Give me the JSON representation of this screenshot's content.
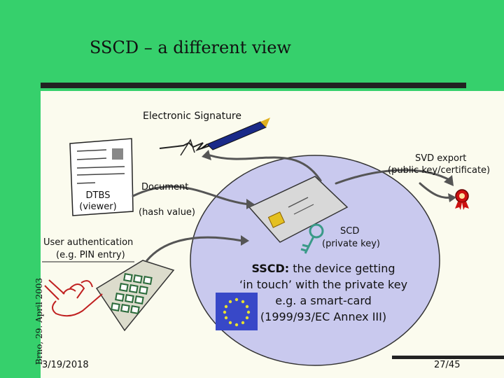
{
  "slide": {
    "title": "SSCD – a different view",
    "side_label": "Brno, 29. April 2003",
    "date": "3/19/2018",
    "page": "27/45"
  },
  "diagram": {
    "electronic_signature": "Electronic Signature",
    "svd_export": "SVD export",
    "svd_export_sub": "(public key/certificate)",
    "dtbs": "DTBS",
    "dtbs_sub": "(viewer)",
    "document": "Document",
    "document_sub": "(hash value)",
    "scd": "SCD",
    "scd_sub": "(private key)",
    "user_auth": "User authentication",
    "user_auth_sub": "(e.g. PIN entry)",
    "sscd_bold": "SSCD:",
    "sscd_line1": " the device getting",
    "sscd_line2": "‘in touch’ with the private key",
    "sscd_line3": "e.g. a smart-card",
    "sscd_line4": "(1999/93/EC Annex III)"
  },
  "colors": {
    "green": "#36d06c",
    "ellipse": "#c9c9ee",
    "card": "#d8d8d8",
    "pinpad": "#dcdccc",
    "keys": "#3a9a88",
    "eu_blue": "#3848c8",
    "eu_star": "#e8e030",
    "pen_blue": "#1a2a88",
    "pen_gold": "#e0b020",
    "seal_red": "#cc1010",
    "hand_red": "#c02020"
  },
  "icons": [
    "document-icon",
    "pen-icon",
    "smart-card-icon",
    "keys-icon",
    "pin-pad-icon",
    "hand-icon",
    "eu-flag-icon",
    "certificate-seal-icon"
  ]
}
